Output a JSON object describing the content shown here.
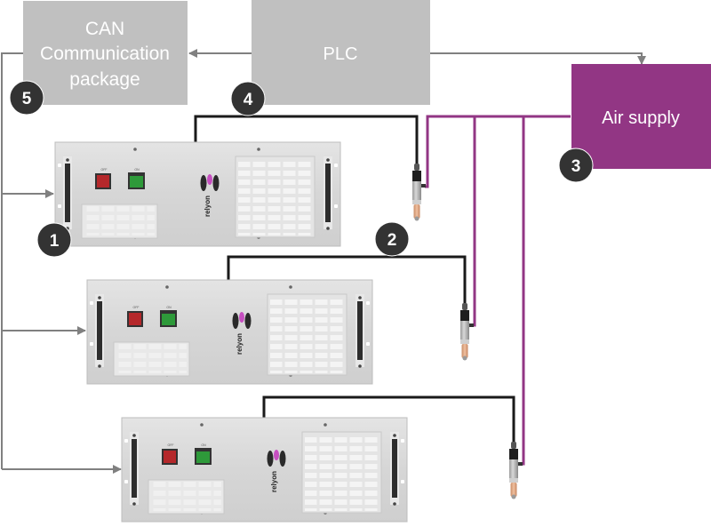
{
  "diagram": {
    "title": "Multi-unit plasma system connection overview",
    "boxes": {
      "can": {
        "lines": [
          "CAN",
          "Communication",
          "package"
        ],
        "color": "#c0c0c0",
        "badge": "5"
      },
      "plc": {
        "label": "PLC",
        "color": "#c0c0c0",
        "badge": "4"
      },
      "air": {
        "label": "Air supply",
        "color": "#923684",
        "badge": "3"
      }
    },
    "units": [
      {
        "id": "unit-1",
        "brand": "relyon",
        "badge": "1",
        "power_labels": [
          "ON",
          "OFF"
        ],
        "button_colors": {
          "off": "#b5282b",
          "on": "#2e9a3a"
        }
      },
      {
        "id": "unit-2",
        "brand": "relyon",
        "badge": "",
        "power_labels": [
          "ON",
          "OFF"
        ],
        "button_colors": {
          "off": "#b5282b",
          "on": "#2e9a3a"
        }
      },
      {
        "id": "unit-3",
        "brand": "relyon",
        "badge": "",
        "power_labels": [
          "ON",
          "OFF"
        ],
        "button_colors": {
          "off": "#b5282b",
          "on": "#2e9a3a"
        }
      }
    ],
    "nozzle_badge": "2",
    "connections": {
      "signal_color": "#808080",
      "cable_color": "#1a1a1a",
      "air_color": "#923684"
    },
    "brand_badge_color": "#c64fc0"
  }
}
